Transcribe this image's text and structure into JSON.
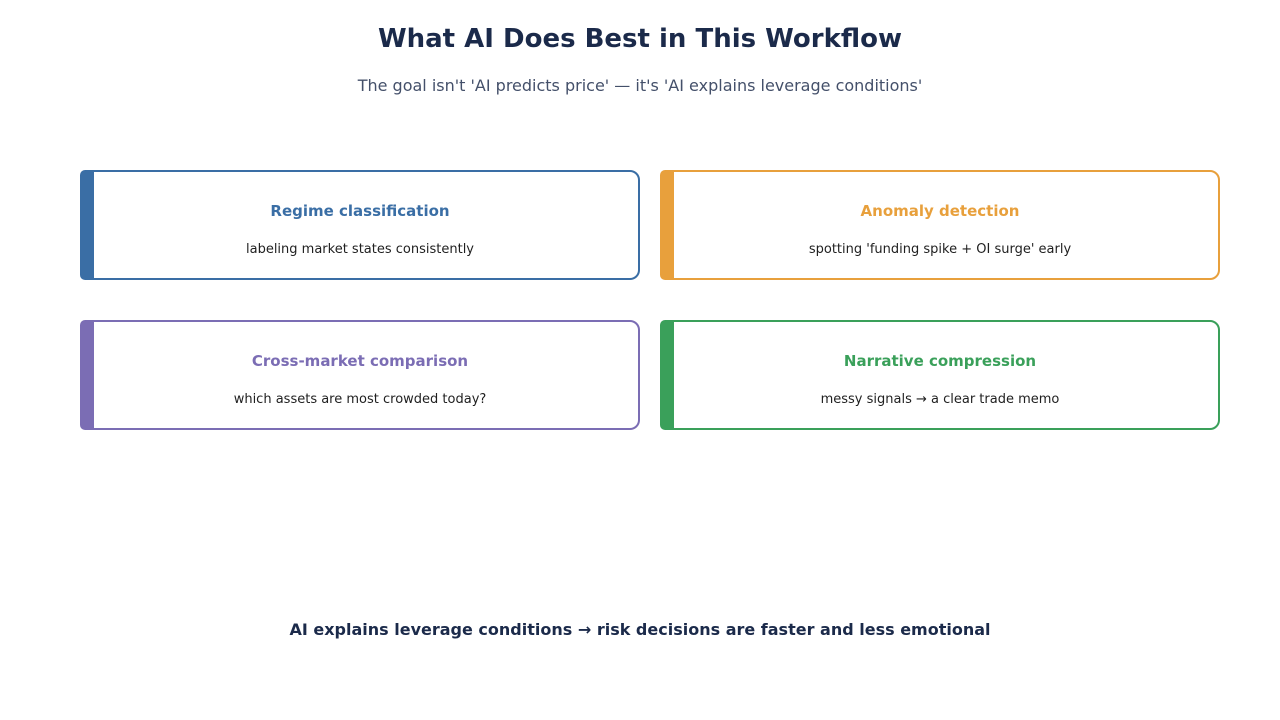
{
  "header": {
    "title": "What AI Does Best in This Workflow",
    "subtitle": "The goal isn't 'AI predicts price' — it's 'AI explains leverage conditions'"
  },
  "cards": [
    {
      "title": "Regime classification",
      "description": "labeling market states consistently",
      "color": "#3a6ea5"
    },
    {
      "title": "Anomaly detection",
      "description": "spotting 'funding spike + OI surge' early",
      "color": "#e8a03c"
    },
    {
      "title": "Cross-market comparison",
      "description": "which assets are most crowded today?",
      "color": "#7b6db4"
    },
    {
      "title": "Narrative compression",
      "description": "messy signals → a clear trade memo",
      "color": "#3aa05a"
    }
  ],
  "footer": {
    "text": "AI explains leverage conditions → risk decisions are faster and less emotional"
  }
}
